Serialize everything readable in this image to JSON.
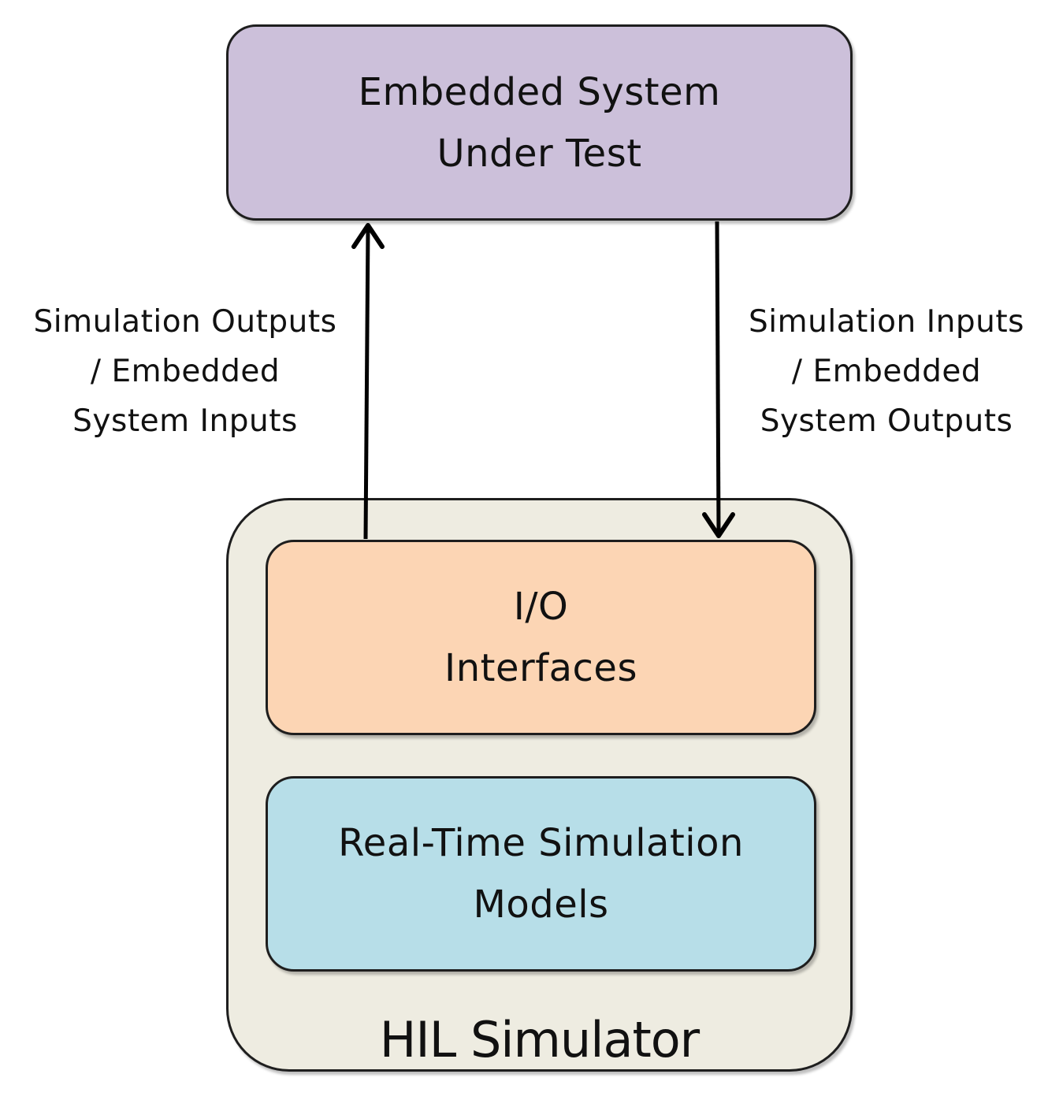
{
  "embedded_system": {
    "lines": [
      "Embedded System",
      "Under Test"
    ],
    "color": "#ccc0da"
  },
  "hil_simulator": {
    "label": "HIL Simulator",
    "color": "#eeece1",
    "io_interfaces": {
      "lines": [
        "I/O",
        "Interfaces"
      ],
      "color": "#fcd5b4"
    },
    "simulation_models": {
      "lines": [
        "Real-Time Simulation",
        "Models"
      ],
      "color": "#b7dee8"
    }
  },
  "arrows": {
    "up": {
      "from": "io_interfaces",
      "to": "embedded_system",
      "label_lines": [
        "Simulation Outputs",
        "/ Embedded",
        "System Inputs"
      ]
    },
    "down": {
      "from": "embedded_system",
      "to": "io_interfaces",
      "label_lines": [
        "Simulation Inputs",
        "/ Embedded",
        "System Outputs"
      ]
    }
  }
}
